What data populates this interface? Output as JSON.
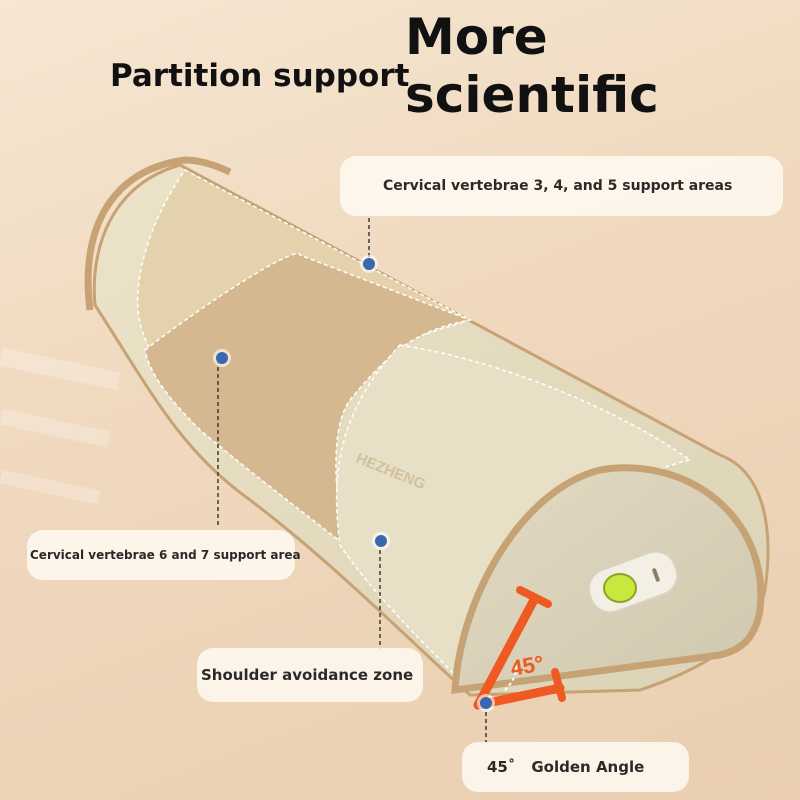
{
  "headings": {
    "sub": "Partition support",
    "main_line1": "More",
    "main_line2": "scientific"
  },
  "callouts": {
    "vertebrae_345": "Cervical vertebrae 3, 4, and 5 support areas",
    "vertebrae_67": "Cervical vertebrae 6 and 7 support area",
    "shoulder": "Shoulder avoidance zone",
    "angle_value": "45˚",
    "angle_label": "Golden Angle"
  },
  "product": {
    "brand": "HEZHENG",
    "angle_marker": "45°"
  },
  "colors": {
    "marker_dot": "#3b67b0",
    "angle_orange": "#ee5a22",
    "power_light": "#c7e83c"
  }
}
